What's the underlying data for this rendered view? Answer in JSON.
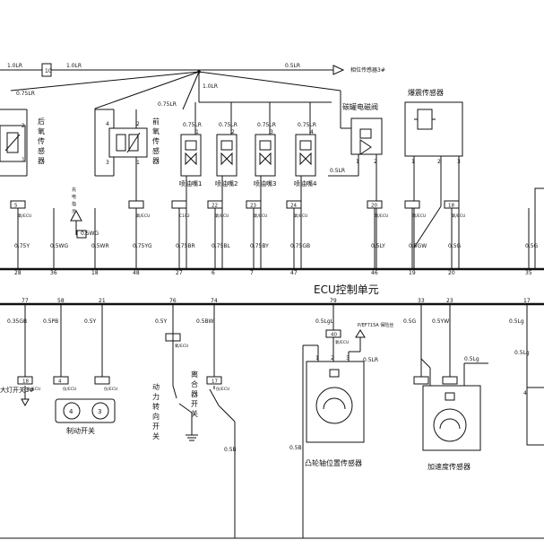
{
  "title": "ECU控制单元",
  "colors": {
    "ink": "#111111",
    "background": "#ffffff"
  },
  "top": {
    "fuse_id": "10",
    "wire_1_0lr_left": "1.0LR",
    "wire_1_0lr_right": "1.0LR",
    "wire_0_5lr_main": "0.5LR",
    "phase_sensor_arrow": "相位传感器3#",
    "wire_0_75lr_left": "0.75LR",
    "wire_0_75lr_mid": "0.75LR",
    "wire_1_0lr_splice": "1.0LR",
    "wire_0_5lr_canister": "0.5LR"
  },
  "components": {
    "rear_o2_sensor": "后氧传感器",
    "front_o2_sensor": "前氧传感器",
    "canister_valve": "碳罐电磁阀",
    "knock_sensor": "爆震传感器",
    "injectors": [
      {
        "label": "喷油嘴1",
        "pin": "1",
        "wire": "0.75LR"
      },
      {
        "label": "喷油嘴2",
        "pin": "2",
        "wire": "0.75LR"
      },
      {
        "label": "喷油嘴3",
        "pin": "3",
        "wire": "0.75LR"
      },
      {
        "label": "喷油嘴4",
        "pin": "4",
        "wire": "0.75LR"
      }
    ],
    "charge_lamp": "充电指示灯",
    "brake_switch": "制动开关",
    "power_steering": "动力转向开关",
    "clutch_switch": "离合器开关",
    "cam_sensor": "凸轮轴位置传感器",
    "throttle_sensor": "加速度传感器",
    "fuse_note": "P/EF715A 保险丝",
    "lamp_left": "大灯开关3#"
  },
  "connectors_top": [
    {
      "id": "5",
      "tag": "氧/ECU",
      "wire": "0.75Y",
      "pin": "28"
    },
    {
      "id": "",
      "tag": "",
      "wire": "0.5WG",
      "pin": "36"
    },
    {
      "id": "",
      "tag": "",
      "wire": "0.5WR",
      "pin": "18"
    },
    {
      "id": "",
      "tag": "氧/ECU",
      "wire": "0.75YG",
      "pin": "48"
    },
    {
      "id": "",
      "tag": "C102",
      "wire": "0.75BR",
      "pin": "27"
    },
    {
      "id": "22",
      "tag": "氧/ECU",
      "wire": "0.75BL",
      "pin": "6"
    },
    {
      "id": "23",
      "tag": "氧/ECU",
      "wire": "0.75BY",
      "pin": "7"
    },
    {
      "id": "24",
      "tag": "氧/ECU",
      "wire": "0.75GB",
      "pin": "47"
    },
    {
      "id": "20",
      "tag": "氧/ECU",
      "wire": "0.5LY",
      "pin": "46"
    },
    {
      "id": "",
      "tag": "氧/ECU",
      "wire": "0.5GW",
      "pin": "19"
    },
    {
      "id": "18",
      "tag": "氧/ECU",
      "wire": "0.5G",
      "pin": "20"
    },
    {
      "id": "",
      "tag": "",
      "wire": "0.5G",
      "pin": "35"
    }
  ],
  "connectors_bottom": [
    {
      "pin": "77",
      "wire": "0.35GB",
      "tag": "仪/ECU",
      "id": "18"
    },
    {
      "pin": "58",
      "wire": "0.5PB",
      "tag": "仪/ECU",
      "id": "4"
    },
    {
      "pin": "21",
      "wire": "0.5Y",
      "tag": "仪/ECU",
      "id": ""
    },
    {
      "pin": "76",
      "wire": "0.5Y",
      "tag": "氧/ECU",
      "id": ""
    },
    {
      "pin": "74",
      "wire": "0.5BW",
      "tag": "仪/ECU",
      "id": "17"
    },
    {
      "pin": "79",
      "wire": "0.5LgL",
      "tag": "氧/ECU",
      "id": "40"
    },
    {
      "pin": "33",
      "wire": "0.5G",
      "tag": "前/ECU",
      "id": ""
    },
    {
      "pin": "23",
      "wire": "0.5YW",
      "tag": "仪/ECU",
      "id": ""
    },
    {
      "pin": "17",
      "wire": "0.5Lg",
      "tag": "",
      "id": ""
    }
  ],
  "misc_labels": {
    "small_lr": "0.5LR",
    "small_lg": "0.5Lg",
    "small_lg2": "0.5Lg",
    "ground_b": "0.5B",
    "ground_b2": "0.5B",
    "wg_small": "0.5WG"
  }
}
